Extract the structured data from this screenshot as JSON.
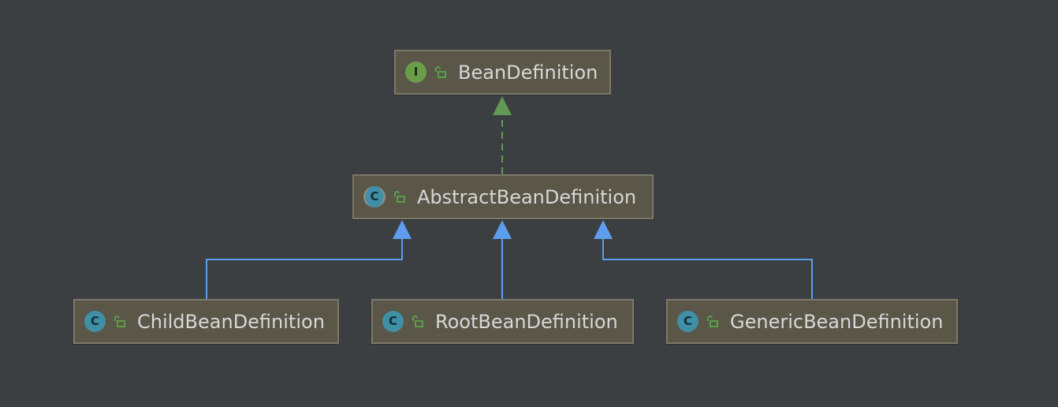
{
  "diagram": {
    "background": "#3c3f41",
    "nodes": [
      {
        "id": "bean-definition",
        "label": "BeanDefinition",
        "kind": "interface",
        "kind_glyph": "I",
        "access": "public"
      },
      {
        "id": "abstract-bean-definition",
        "label": "AbstractBeanDefinition",
        "kind": "abstract-class",
        "kind_glyph": "C",
        "access": "public"
      },
      {
        "id": "child-bean-definition",
        "label": "ChildBeanDefinition",
        "kind": "class",
        "kind_glyph": "C",
        "access": "public"
      },
      {
        "id": "root-bean-definition",
        "label": "RootBeanDefinition",
        "kind": "class",
        "kind_glyph": "C",
        "access": "public"
      },
      {
        "id": "generic-bean-definition",
        "label": "GenericBeanDefinition",
        "kind": "class",
        "kind_glyph": "C",
        "access": "public"
      }
    ],
    "edges": [
      {
        "from": "abstract-bean-definition",
        "to": "bean-definition",
        "type": "implements",
        "color": "#629755",
        "style": "dashed"
      },
      {
        "from": "child-bean-definition",
        "to": "abstract-bean-definition",
        "type": "extends",
        "color": "#5c9ded",
        "style": "solid"
      },
      {
        "from": "root-bean-definition",
        "to": "abstract-bean-definition",
        "type": "extends",
        "color": "#5c9ded",
        "style": "solid"
      },
      {
        "from": "generic-bean-definition",
        "to": "abstract-bean-definition",
        "type": "extends",
        "color": "#5c9ded",
        "style": "solid"
      }
    ],
    "colors": {
      "node_fill": "#5a5648",
      "node_border": "#7b7869",
      "label_text": "#d7d7d7",
      "interface_icon": "#6a9d4a",
      "class_icon": "#3f8fa6",
      "access_icon": "#5a9e4b"
    }
  }
}
